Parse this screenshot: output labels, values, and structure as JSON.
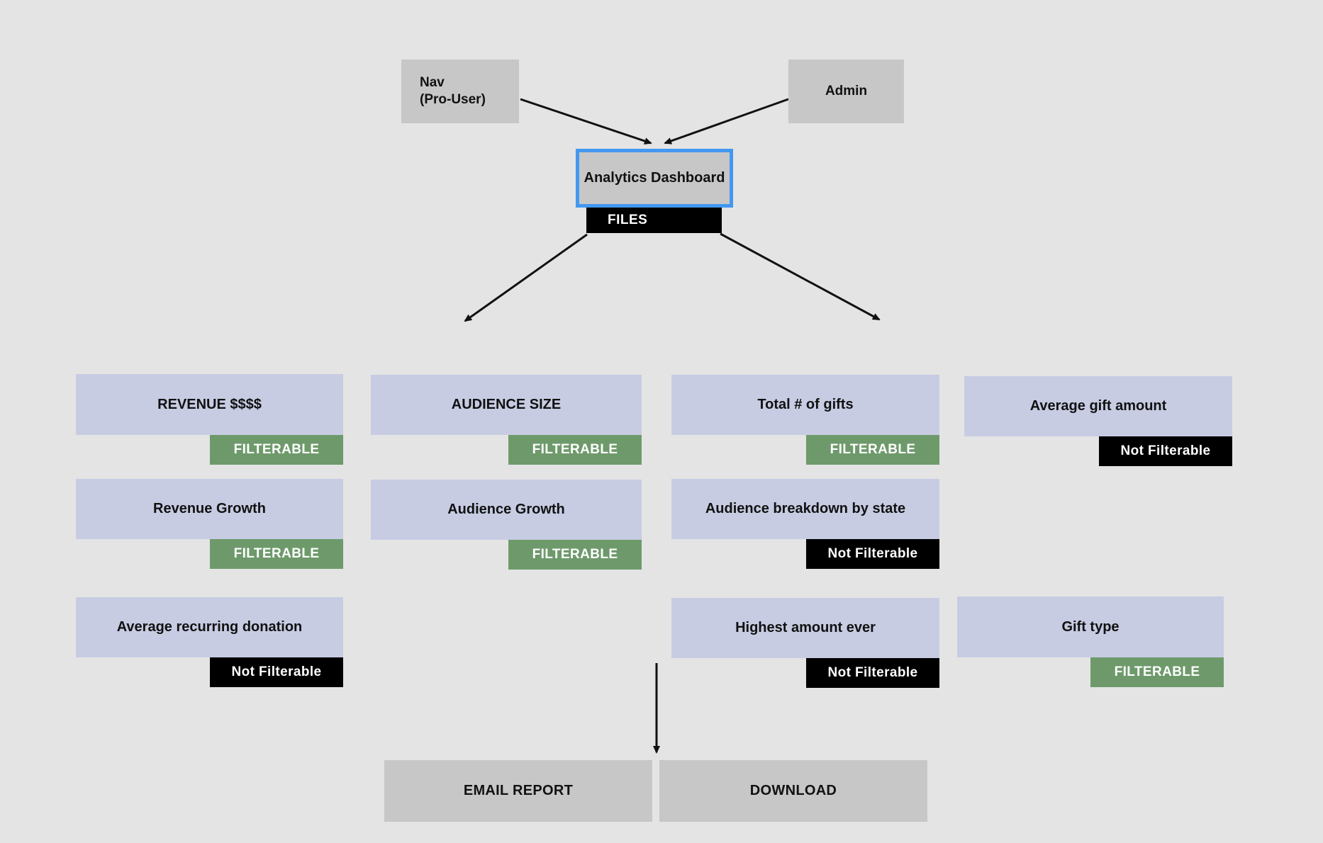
{
  "colors": {
    "bg": "#e4e4e4",
    "gray": "#c7c7c7",
    "lavender": "#c7cce3",
    "green": "#6e9a6b",
    "black": "#000000",
    "selection": "#4398f0",
    "text": "#111111",
    "badge-text": "#ffffff"
  },
  "nodes": {
    "nav": {
      "label": "Nav\n(Pro-User)"
    },
    "admin": {
      "label": "Admin"
    },
    "dashboard": {
      "label": "Analytics Dashboard"
    },
    "files": {
      "label": "FILES"
    },
    "email_report": {
      "label": "EMAIL REPORT"
    },
    "download": {
      "label": "DOWNLOAD"
    }
  },
  "metrics": [
    {
      "label": "REVENUE $$$$",
      "badge": "FILTERABLE",
      "filterable": true
    },
    {
      "label": "AUDIENCE SIZE",
      "badge": "FILTERABLE",
      "filterable": true
    },
    {
      "label": "Total # of gifts",
      "badge": "FILTERABLE",
      "filterable": true
    },
    {
      "label": "Average gift amount",
      "badge": "Not Filterable",
      "filterable": false
    },
    {
      "label": "Revenue Growth",
      "badge": "FILTERABLE",
      "filterable": true
    },
    {
      "label": "Audience Growth",
      "badge": "FILTERABLE",
      "filterable": true
    },
    {
      "label": "Audience breakdown by state",
      "badge": "Not Filterable",
      "filterable": false
    },
    {
      "label": "Average recurring donation",
      "badge": "Not Filterable",
      "filterable": false
    },
    {
      "label": "Highest amount ever",
      "badge": "Not Filterable",
      "filterable": false
    },
    {
      "label": "Gift type",
      "badge": "FILTERABLE",
      "filterable": true
    }
  ]
}
